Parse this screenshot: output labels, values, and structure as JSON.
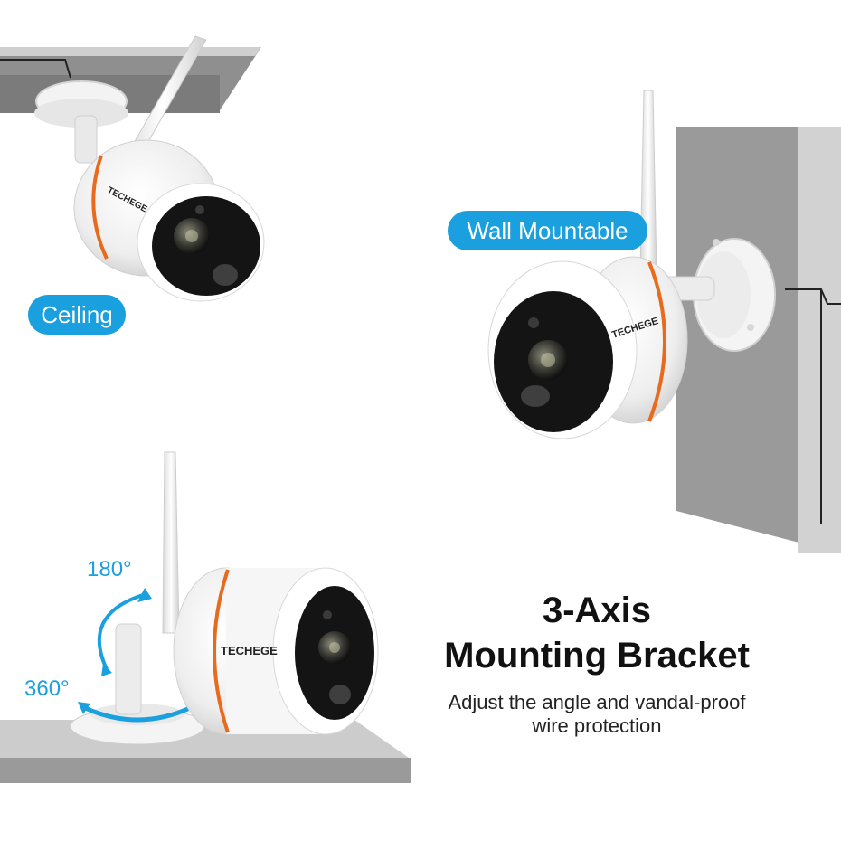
{
  "labels": {
    "ceiling": "Ceiling",
    "wall_mountable": "Wall Mountable",
    "rotation_vertical": "180°",
    "rotation_horizontal": "360°"
  },
  "headline": {
    "line1": "3-Axis",
    "line2": "Mounting Bracket"
  },
  "subline": {
    "line1": "Adjust the angle and vandal-proof",
    "line2": "wire protection"
  },
  "brand": "TECHEGE",
  "colors": {
    "accent_blue": "#1a9fdf",
    "ring_orange": "#e86a1c",
    "mount_gray": "#8a8a8a",
    "camera_white": "#f4f4f4"
  }
}
